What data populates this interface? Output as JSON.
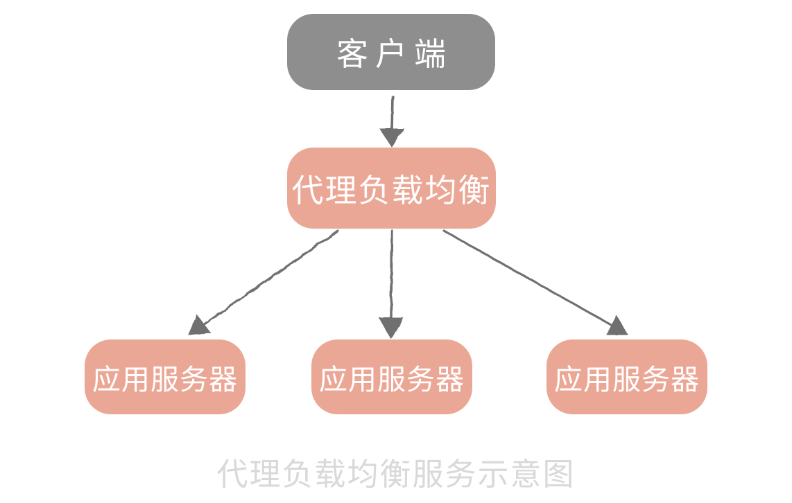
{
  "diagram": {
    "title": "代理负载均衡服务示意图",
    "nodes": [
      {
        "id": "client",
        "label": "客户端",
        "role": "client"
      },
      {
        "id": "balancer",
        "label": "代理负载均衡",
        "role": "proxy-load-balancer"
      },
      {
        "id": "app1",
        "label": "应用服务器",
        "role": "application-server"
      },
      {
        "id": "app2",
        "label": "应用服务器",
        "role": "application-server"
      },
      {
        "id": "app3",
        "label": "应用服务器",
        "role": "application-server"
      }
    ],
    "edges": [
      {
        "from": "client",
        "to": "balancer"
      },
      {
        "from": "balancer",
        "to": "app1"
      },
      {
        "from": "balancer",
        "to": "app2"
      },
      {
        "from": "balancer",
        "to": "app3"
      }
    ],
    "colors": {
      "client_fill": "#8e8e8e",
      "server_fill": "#eba795",
      "node_text": "#ffffff",
      "arrow": "#6f6f6f",
      "caption_text": "#d9d9d9",
      "background": "#ffffff"
    }
  }
}
